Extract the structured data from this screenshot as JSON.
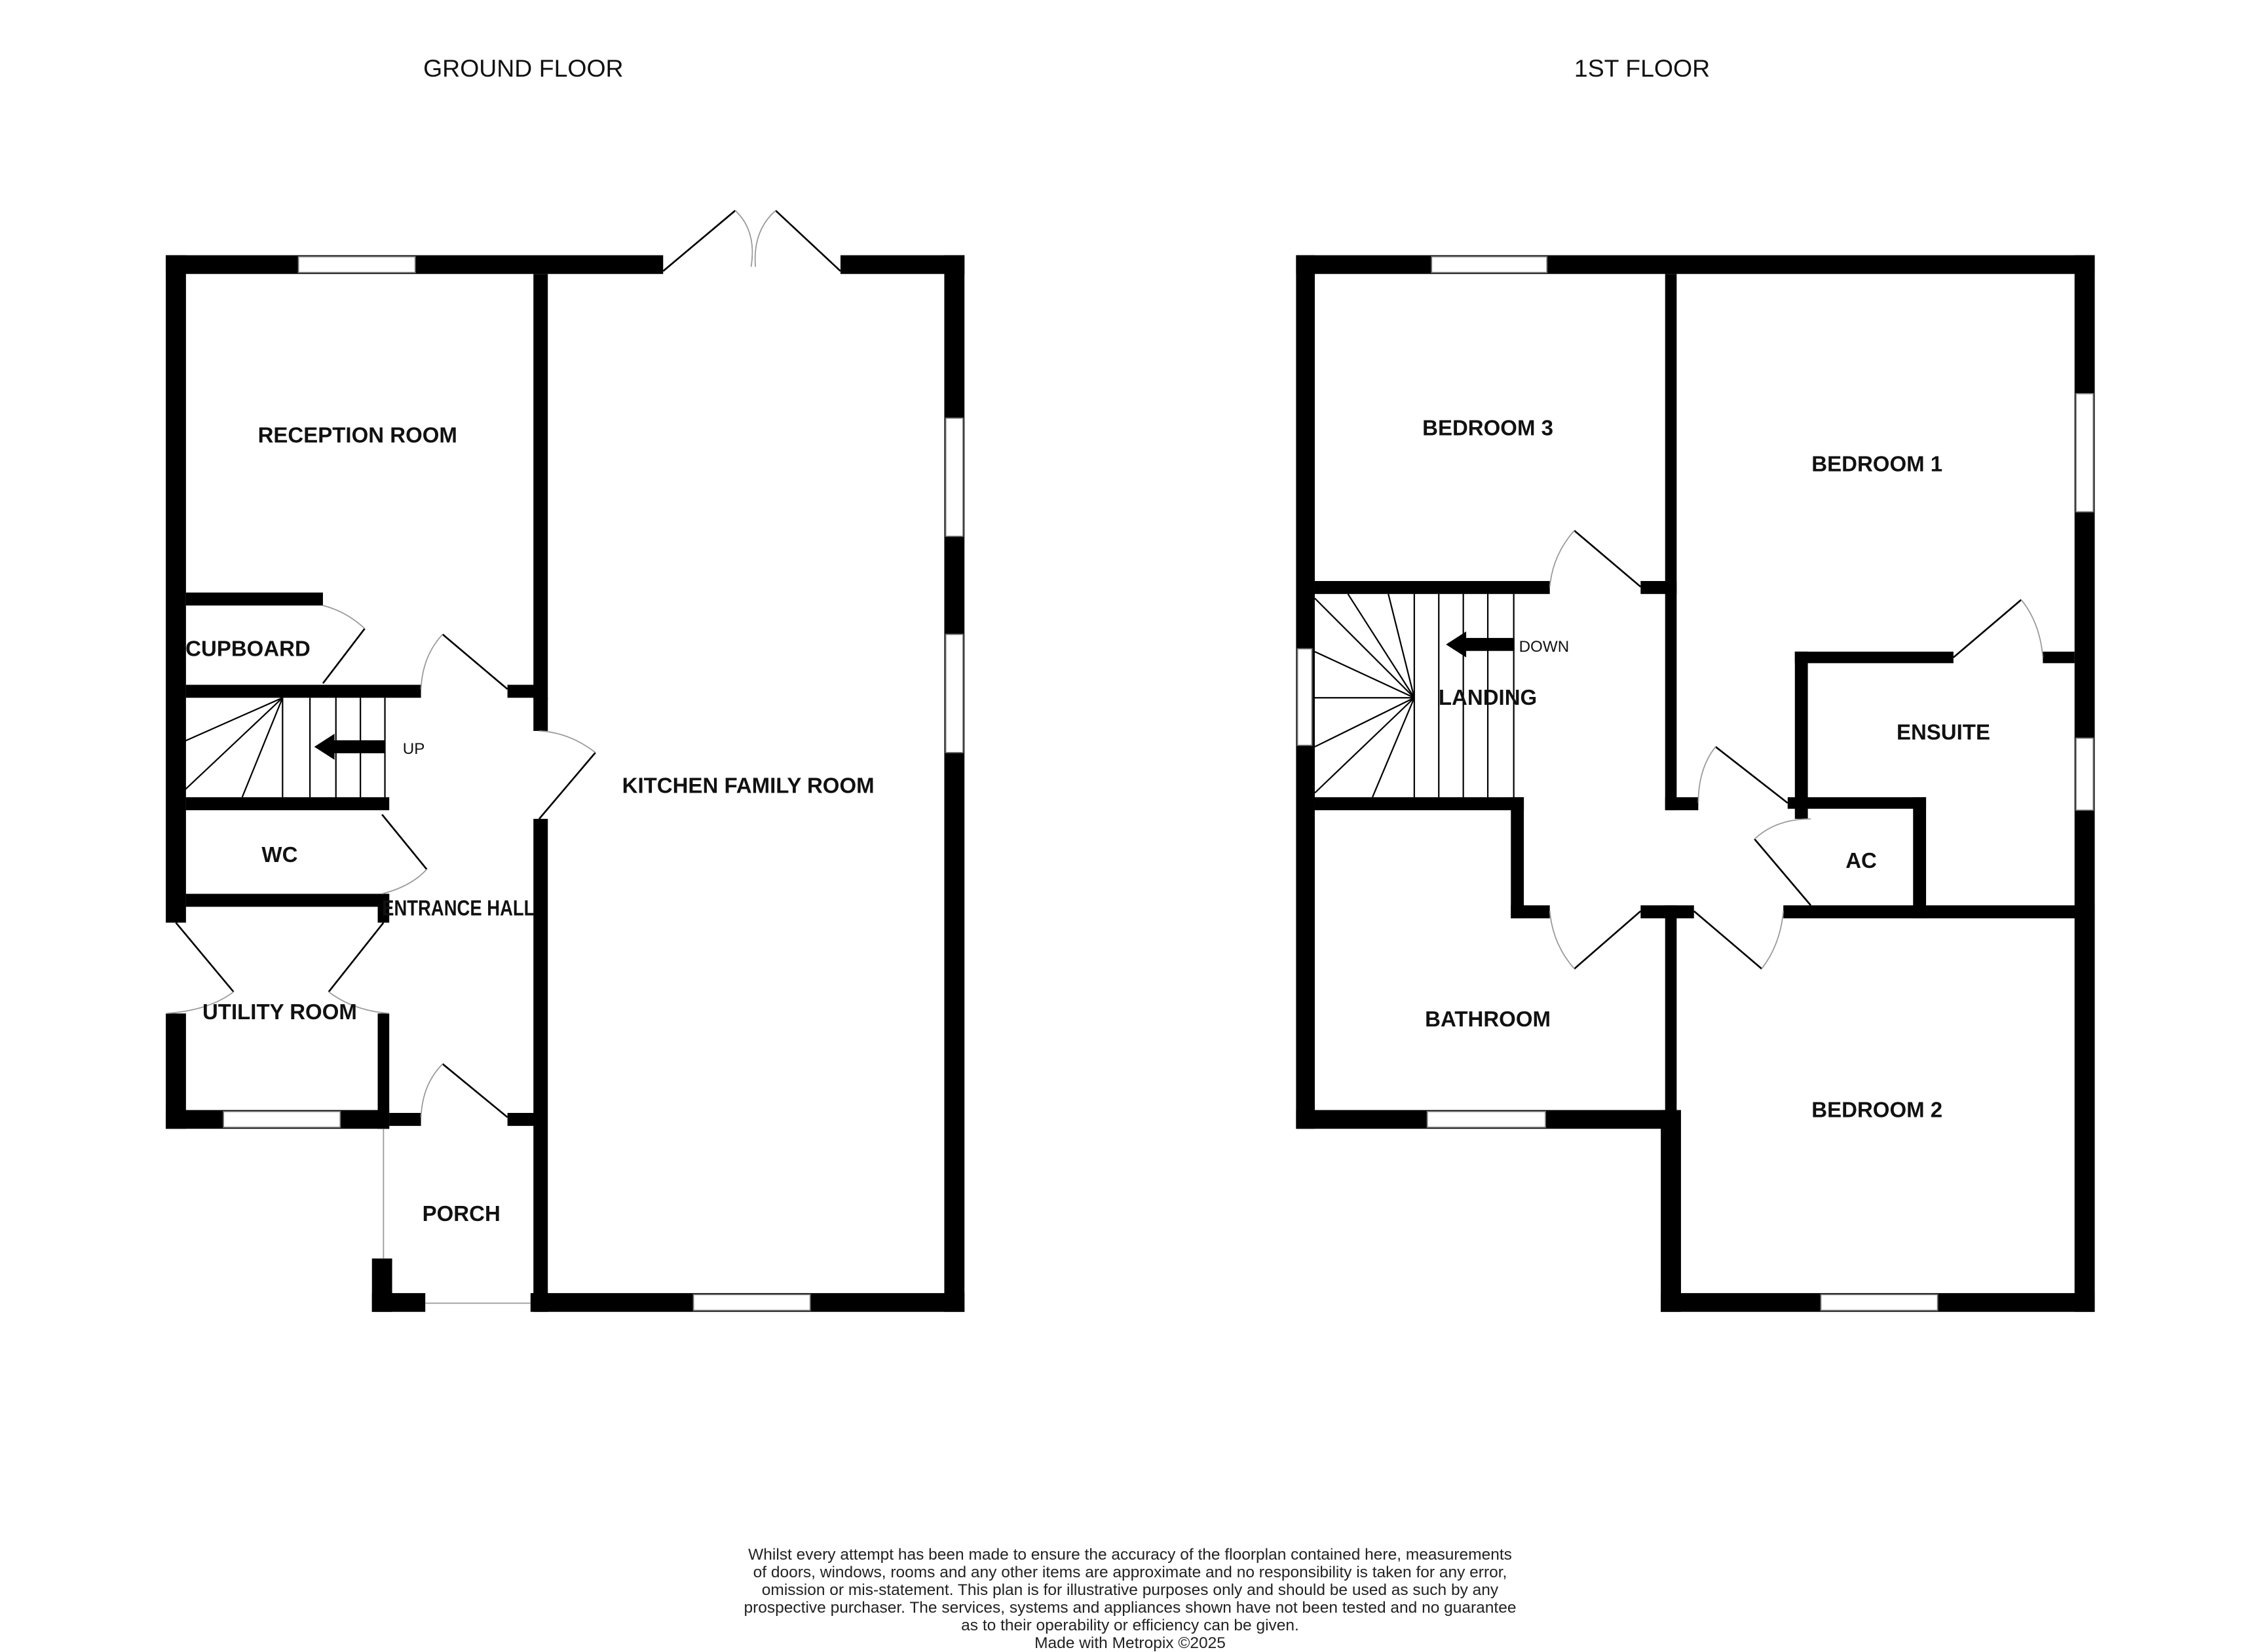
{
  "floors": [
    {
      "title": "GROUND FLOOR",
      "rooms": [
        "RECEPTION ROOM",
        "CUPBOARD",
        "UP",
        "WC",
        "ENTRANCE HALL",
        "UTILITY ROOM",
        "PORCH",
        "KITCHEN FAMILY ROOM"
      ]
    },
    {
      "title": "1ST FLOOR",
      "rooms": [
        "BEDROOM 3",
        "BEDROOM 1",
        "DOWN",
        "LANDING",
        "ENSUITE",
        "AC",
        "BATHROOM",
        "BEDROOM 2"
      ]
    }
  ],
  "disclaimer": {
    "lines": [
      "Whilst every attempt has been made to ensure the accuracy of the floorplan contained here, measurements",
      "of doors, windows, rooms and any other items are approximate and no responsibility is taken for any error,",
      "omission or mis-statement. This plan is for illustrative purposes only and should be used as such by any",
      "prospective purchaser. The services, systems and appliances shown have not been tested and no guarantee",
      "as to their operability or efficiency can be given."
    ],
    "credit": "Made with Metropix ©2025"
  }
}
